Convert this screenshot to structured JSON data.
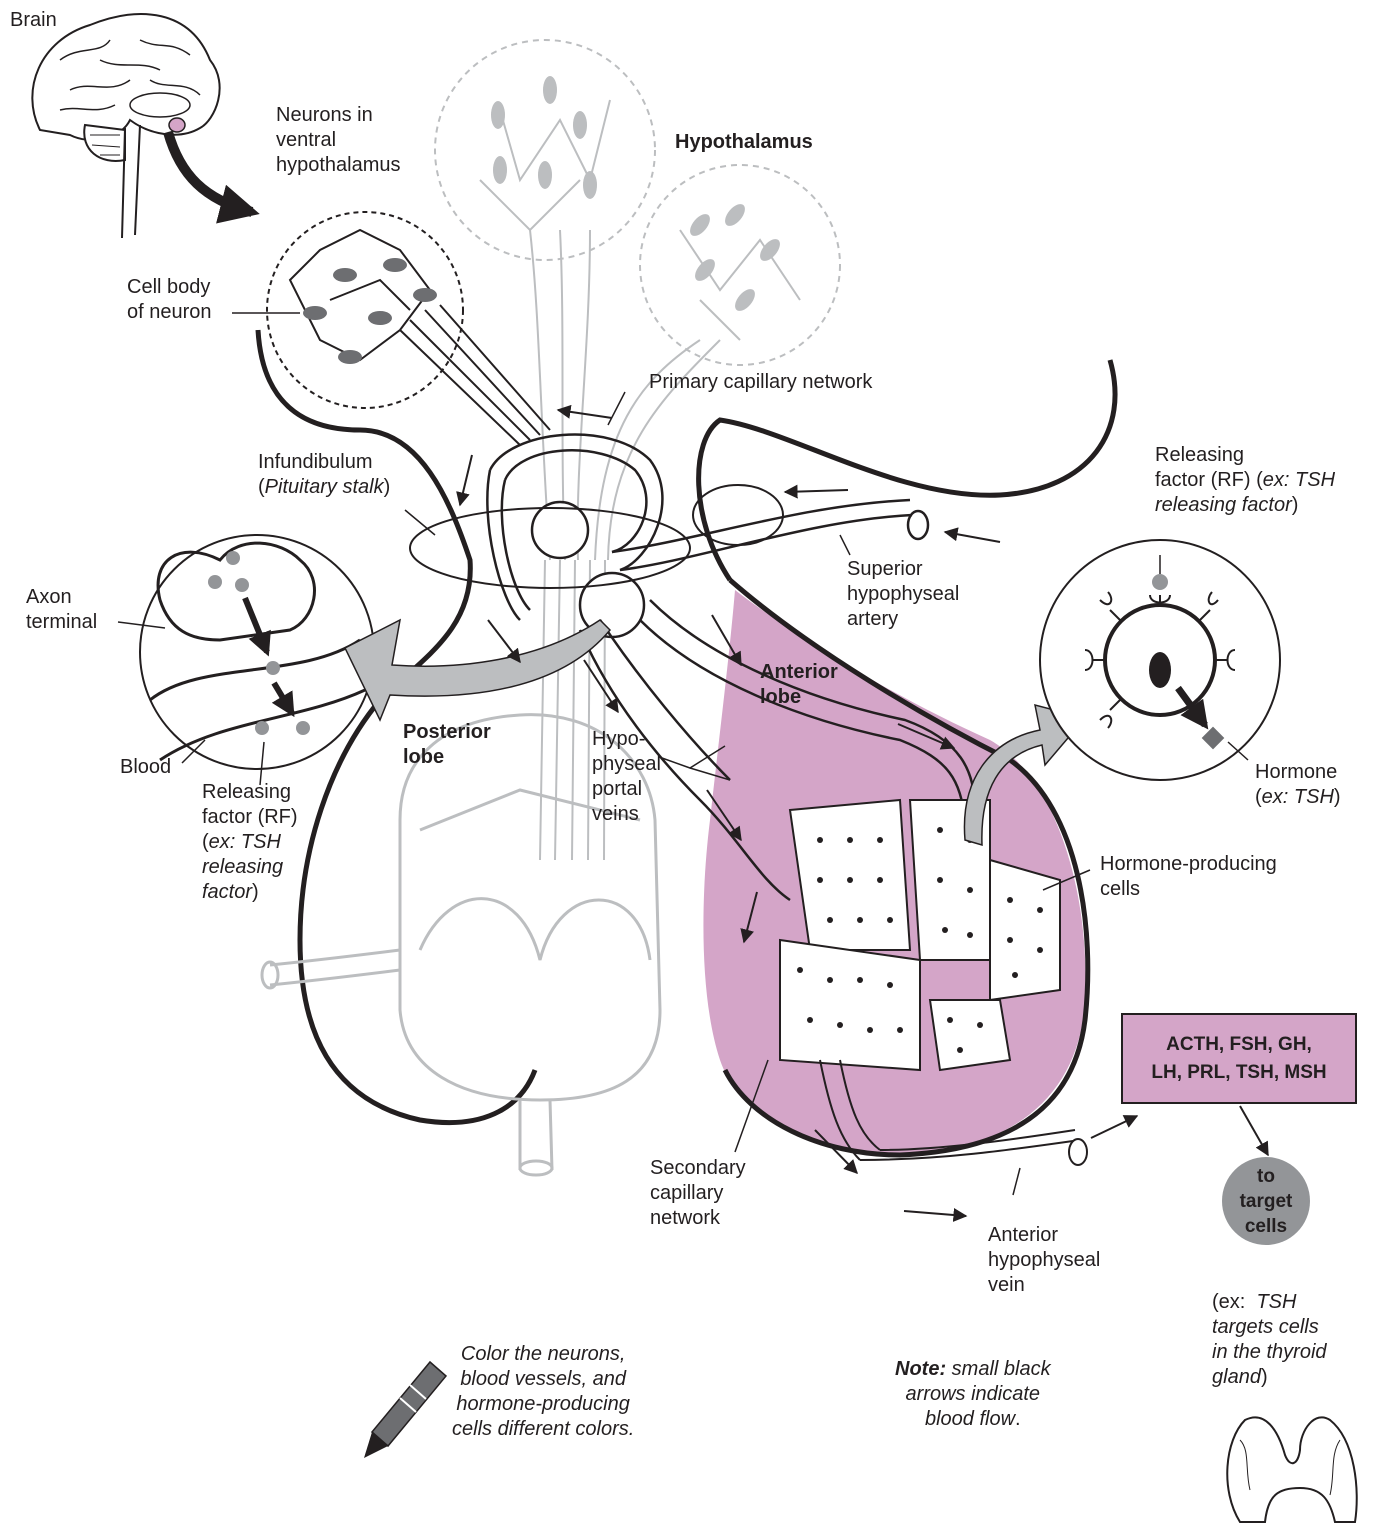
{
  "labels": {
    "brain": "Brain",
    "neurons_ventral": [
      "Neurons in",
      "ventral",
      "hypothalamus"
    ],
    "hypothalamus": "Hypothalamus",
    "cell_body": [
      "Cell body",
      "of neuron"
    ],
    "primary_capillary": "Primary capillary network",
    "infundibulum": "Infundibulum",
    "pituitary_stalk": "Pituitary stalk",
    "axon_terminal": [
      "Axon",
      "terminal"
    ],
    "blood": "Blood",
    "rf_left": [
      "Releasing",
      "factor (RF)"
    ],
    "rf_left_ex": [
      "ex: TSH",
      "releasing",
      "factor"
    ],
    "superior_artery": [
      "Superior",
      "hypophyseal",
      "artery"
    ],
    "rf_right": [
      "Releasing",
      "factor (RF) ("
    ],
    "rf_right_ex_1": "ex: TSH",
    "rf_right_ex_2": "releasing factor",
    "anterior_lobe": [
      "Anterior",
      "lobe"
    ],
    "posterior_lobe": [
      "Posterior",
      "lobe"
    ],
    "portal_veins": [
      "Hypo-",
      "physeal",
      "portal",
      "veins"
    ],
    "hormone": "Hormone",
    "hormone_ex": "ex: TSH",
    "hormone_producing": [
      "Hormone-producing",
      "cells"
    ],
    "secondary_capillary": [
      "Secondary",
      "capillary",
      "network"
    ],
    "anterior_vein": [
      "Anterior",
      "hypophyseal",
      "vein"
    ],
    "hormones_box": [
      "ACTH, FSH, GH,",
      "LH, PRL, TSH, MSH"
    ],
    "target": [
      "to",
      "target",
      "cells"
    ],
    "target_ex_prefix": "(ex:",
    "target_ex": [
      "TSH",
      "targets cells",
      "in the thyroid",
      "gland"
    ],
    "instruction": [
      "Color the neurons,",
      "blood vessels, and",
      "hormone-producing",
      "cells different colors."
    ],
    "note_bold": "Note:",
    "note_text": [
      "small black",
      "arrows indicate",
      "blood flow"
    ]
  },
  "colors": {
    "anterior_lobe": "#d4a5c8",
    "gray_marker": "#939598",
    "ink": "#231f20",
    "light_gray": "#bcbec0"
  },
  "icons": [
    "brain-icon",
    "crayon-icon",
    "thyroid-icon"
  ]
}
